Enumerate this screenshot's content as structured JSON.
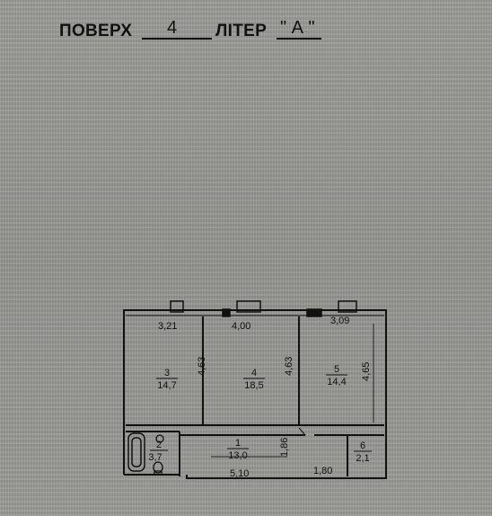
{
  "header": {
    "floor_label": "ПОВЕРХ",
    "floor_value": "4",
    "letter_label": "ЛІТЕР",
    "letter_value": "\" А \""
  },
  "plan": {
    "dimensions": {
      "room3_width": "3,21",
      "room4_width": "4,00",
      "room5_width": "3,09",
      "room3_depth": "4,63",
      "room4_depth": "4,63",
      "room5_depth": "4,65",
      "hall_depth": "1,86",
      "hall_width": "5,10",
      "room6_width": "1,80"
    },
    "rooms": [
      {
        "number": "3",
        "area": "14,7"
      },
      {
        "number": "4",
        "area": "18,5"
      },
      {
        "number": "5",
        "area": "14,4"
      },
      {
        "number": "2",
        "area": "3,7"
      },
      {
        "number": "1",
        "area": "13,0"
      },
      {
        "number": "6",
        "area": "2,1"
      }
    ]
  }
}
